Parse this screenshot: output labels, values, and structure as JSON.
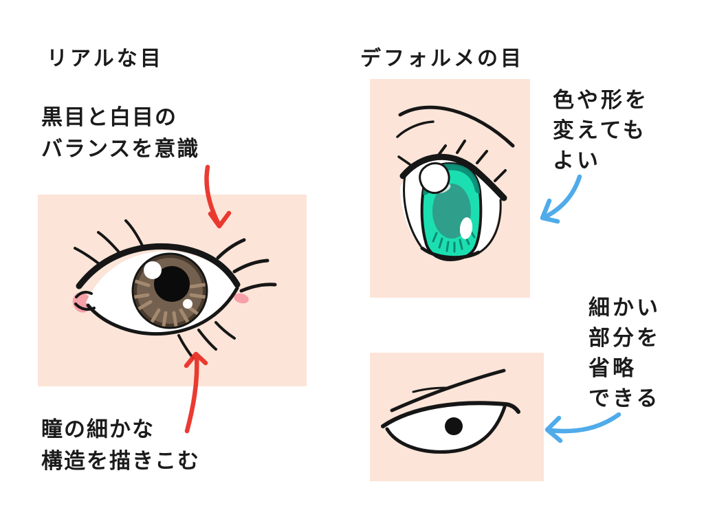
{
  "left_section": {
    "title": "リアルな目",
    "note_top": "黒目と白目の\nバランスを意識",
    "note_bottom": "瞳の細かな\n構造を描きこむ"
  },
  "right_section": {
    "title": "デフォルメの目",
    "note_top": "色や形を\n変えても\nよい",
    "note_bottom": "細かい\n部分を\n省略\nできる"
  },
  "colors": {
    "panel_bg": "#fce4d8",
    "ink": "#161616",
    "red_arrow": "#e93128",
    "blue_arrow": "#47a7e9",
    "realistic_iris": "#74604e",
    "realistic_iris_rim": "#3d3125",
    "realistic_iris_streak": "#a68c72",
    "tear_duct_pink": "#f6a0a9",
    "anime_iris": "#1bdfb0",
    "anime_iris_shade": "#0d8a73",
    "anime_pupil": "#2f9e8b"
  }
}
